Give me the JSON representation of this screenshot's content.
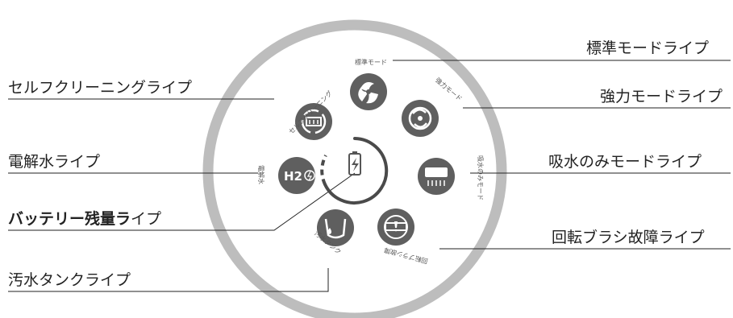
{
  "callouts": {
    "standard_mode": "標準モードライプ",
    "self_cleaning": "セルフクリーニングライプ",
    "strong_mode": "強力モードライプ",
    "electrolyzed_water": "電解水ライプ",
    "suction_only_mode": "吸水のみモードライプ",
    "battery_bold": "バッテリー残量ラ",
    "battery_rest": "イプ",
    "brush_fault": "回転ブラシ故障ライプ",
    "dirty_tank": "汚水タンクライプ"
  },
  "panel_labels": {
    "standard_mode": "標準モード",
    "self_cleaning": "セルフクリーニング",
    "strong_mode": "強力モード",
    "electrolyzed_water": "電解水",
    "suction_only_mode": "吸水のみモード",
    "brush_fault": "回転ブラシ故障",
    "dirty_tank": "汚水タンク",
    "h2_icon_text": "H2"
  },
  "colors": {
    "ring": "#bdbdbd",
    "icon_fill": "#5f5f5f",
    "battery_arc": "#4a4a4a",
    "leader_line": "#222222"
  }
}
